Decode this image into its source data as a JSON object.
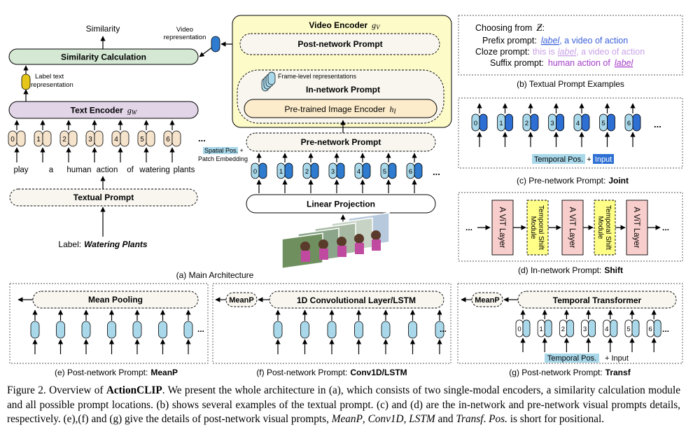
{
  "main": {
    "similarity": "Similarity",
    "similarity_calc": "Similarity Calculation",
    "video_repr_l1": "Video",
    "video_repr_l2": "representation",
    "label_text_l1": "Label text",
    "label_text_l2": "representation",
    "text_encoder": "Text Encoder",
    "text_encoder_sym": "g",
    "text_encoder_sub": "W",
    "tokens": [
      "play",
      "a",
      "human",
      "action",
      "of",
      "watering",
      "plants"
    ],
    "token_ids": [
      "0",
      "1",
      "2",
      "3",
      "4",
      "5",
      "6"
    ],
    "ellipsis": "...",
    "textual_prompt": "Textual Prompt",
    "label_prefix": "Label:",
    "label_value": "Watering Plants",
    "video_encoder": "Video Encoder",
    "video_encoder_sym": "g",
    "video_encoder_sub": "V",
    "post_network": "Post-network Prompt",
    "frame_level": "Frame-level representations",
    "in_network": "In-network Prompt",
    "image_encoder": "Pre-trained Image Encoder",
    "image_encoder_sym": "h",
    "image_encoder_sub": "I",
    "pre_network": "Pre-network Prompt",
    "spatial_l1": "Spatial Pos. +",
    "spatial_l2": "Patch  Embedding",
    "linear_projection": "Linear Projection",
    "caption": "(a) Main Architecture"
  },
  "panel_b": {
    "choosing": "Choosing from",
    "choosing_sym": "Ƶ",
    "choosing_colon": ":",
    "prefix_label": "Prefix prompt:",
    "prefix_label_word": "label",
    "prefix_rest": ",  a video of action",
    "cloze_label": "Cloze prompt:",
    "cloze_pre": "this is",
    "cloze_label_word": "label",
    "cloze_rest": ", a video of action",
    "suffix_label": "Suffix prompt:",
    "suffix_pre": "human action of",
    "suffix_label_word": "label",
    "caption": "(b) Textual Prompt Examples"
  },
  "panel_c": {
    "ids": [
      "0",
      "1",
      "2",
      "3",
      "4",
      "5",
      "6"
    ],
    "ellipsis": "...",
    "temporal_pos": "Temporal Pos.",
    "plus": "+",
    "input": "Input",
    "caption_pre": "(c) Pre-network Prompt:",
    "caption_bold": "Joint"
  },
  "panel_d": {
    "vit_layer": "A ViT Layer",
    "shift_module": "Temporal Shift Module",
    "ellipsis": "...",
    "caption_pre": "(d) In-network Prompt:",
    "caption_bold": "Shift"
  },
  "panel_e": {
    "mean_pooling": "Mean Pooling",
    "ellipsis": "...",
    "caption_pre": "(e) Post-network Prompt:",
    "caption_bold": "MeanP"
  },
  "panel_f": {
    "meanp": "MeanP",
    "conv": "1D Convolutional Layer/LSTM",
    "ellipsis": "...",
    "caption_pre": "(f) Post-network Prompt:",
    "caption_bold": "Conv1D/LSTM"
  },
  "panel_g": {
    "meanp": "MeanP",
    "temporal_transformer": "Temporal Transformer",
    "ids": [
      "0",
      "1",
      "2",
      "3",
      "4",
      "5",
      "6"
    ],
    "ellipsis": "...",
    "temporal_pos": "Temporal Pos.",
    "plus_input": "+ Input",
    "caption_pre": "(g) Post-network Prompt:",
    "caption_bold": "Transf"
  },
  "figure_caption": {
    "fig": "Figure 2. Overview of",
    "name": "ActionCLIP",
    "t1": ". We present the whole architecture in (a), which consists of two single-modal encoders, a similarity calculation module and all possible prompt locations. (b) shows several examples of the textual prompt. (c) and (d) are the in-network and pre-network visual prompts details, respectively. (e),(f) and (g) give the details of post-network visual prompts,",
    "i1": "MeanP",
    "c1": ",",
    "i2": "Conv1D",
    "c2": ",",
    "i3": "LSTM",
    "t2": "and",
    "i4": "Transf",
    "t3": ".",
    "i5": "Pos.",
    "t4": "is short for positional."
  },
  "colors": {
    "token_fill": "#f5e3cc",
    "video_token_fill": "#a9d8ea",
    "video_token_dark": "#2e7bcf",
    "similarity_fill": "#d5e8d4",
    "text_encoder_fill": "#e1d5e7",
    "video_encoder_fill": "#fdfbc8",
    "image_encoder_fill": "#fdeccb",
    "prompt_fill": "#f8f6ef",
    "label_repr_fill": "#e6c619",
    "vit_fill": "#f8cecc",
    "shift_fill": "#ffff88",
    "temporal_pos_fill": "#a9d8ea",
    "input_fill": "#2e6fd4",
    "label_color": "#3a5fd8",
    "cloze_color": "#c9a2e8",
    "suffix_color": "#a43cc9"
  }
}
